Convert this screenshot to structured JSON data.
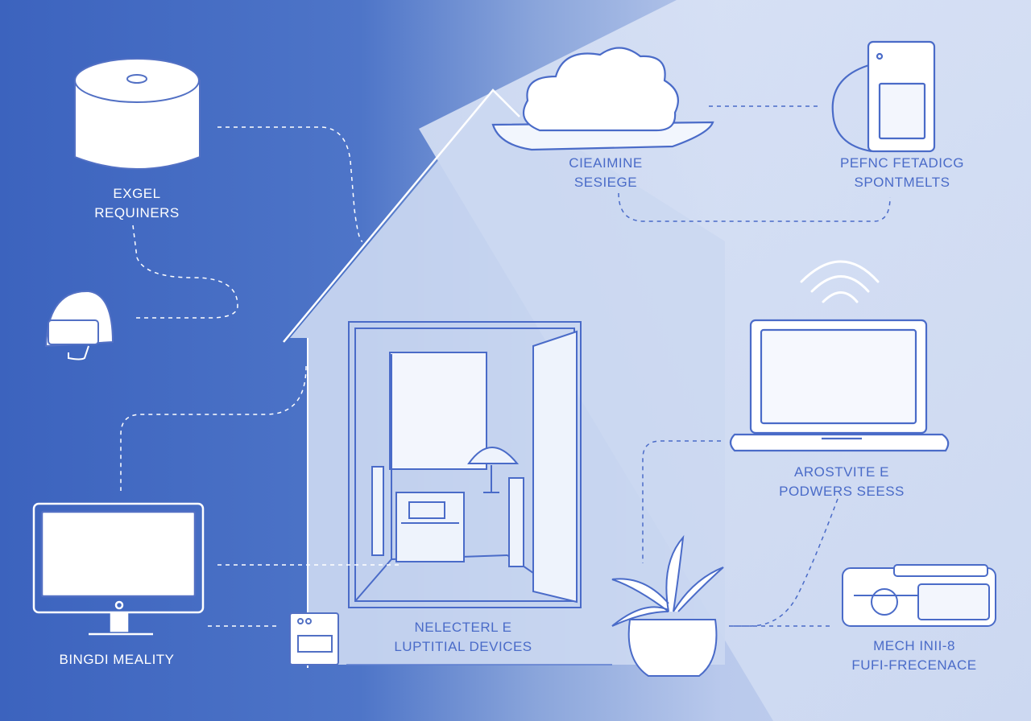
{
  "labels": {
    "speaker": {
      "line1": "EXGEL",
      "line2": "REQUINERS"
    },
    "cloud": {
      "line1": "CIEAIMINE",
      "line2": "SESIEGE"
    },
    "fridge": {
      "line1": "PEFNC FETADICG",
      "line2": "SPONTMELTS"
    },
    "laptop": {
      "line1": "AROSTVITE E",
      "line2": "PODWERS SEESS"
    },
    "house": {
      "line1": "NELECTERL E",
      "line2": "LUPTITIAL DEVICES"
    },
    "monitor": {
      "line1": "BINGDI MEALITY"
    },
    "machine": {
      "line1": "MECH INII-8",
      "line2": "FUFI-FRECENACE"
    }
  },
  "colors": {
    "bg_dark": "#3f68c2",
    "bg_mid": "#7b9ad6",
    "bg_light": "#d4def3",
    "line_white": "#ffffff",
    "line_blue": "#4a6bc8"
  }
}
